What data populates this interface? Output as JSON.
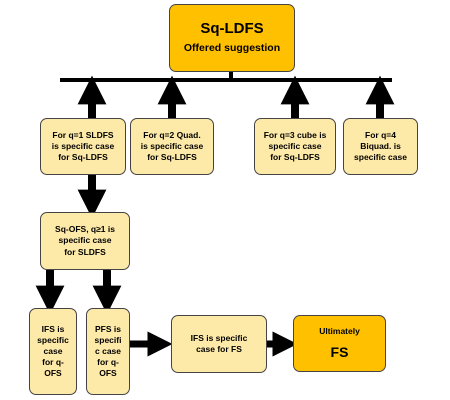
{
  "colors": {
    "light_box": "#fde9a8",
    "dark_box": "#ffc000",
    "arrow": "#000000",
    "border": "#444444"
  },
  "nodes": {
    "top": {
      "title": "Sq-LDFS",
      "subtitle": "Offered suggestion"
    },
    "q1": {
      "lines": [
        "For q=1 SLDFS",
        "is specific case",
        "for Sq-LDFS"
      ]
    },
    "q2": {
      "lines": [
        "For q=2 Quad.",
        "is specific case",
        "for Sq-LDFS"
      ]
    },
    "q3": {
      "lines": [
        "For q=3 cube is",
        "specific case",
        "for Sq-LDFS"
      ]
    },
    "q4": {
      "lines": [
        "For q=4",
        "Biquad. is",
        "specific case"
      ]
    },
    "sqofs": {
      "lines": [
        "Sq-OFS, q≥1 is",
        "specific case",
        "for SLDFS"
      ]
    },
    "ifs_small": {
      "lines": [
        "IFS is",
        "specific",
        "case",
        "for q-",
        "OFS"
      ]
    },
    "pfs": {
      "lines": [
        "PFS is",
        "specifi",
        "c case",
        "for q-",
        "OFS"
      ]
    },
    "ifs_mid": {
      "lines": [
        "IFS is specific",
        "case for FS"
      ]
    },
    "fs": {
      "subtitle": "Ultimately",
      "title": "FS"
    }
  }
}
